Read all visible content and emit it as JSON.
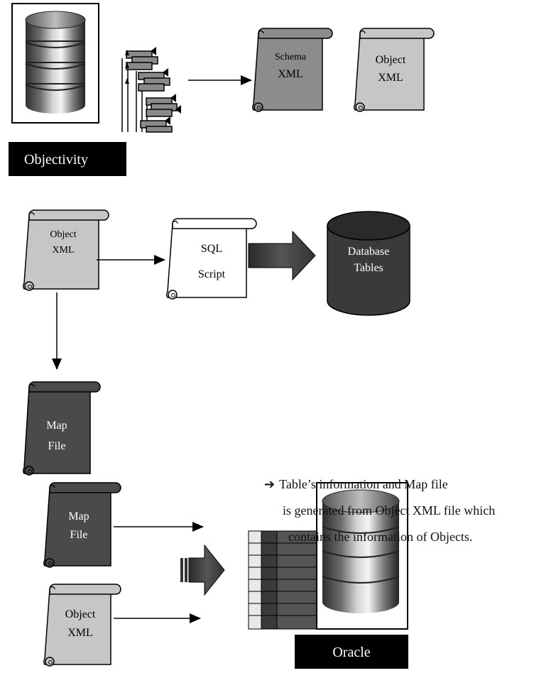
{
  "section1": {
    "source_db_label": "Objectivity",
    "schema_doc": {
      "line1": "Schema",
      "line2": "XML",
      "color": "#8c8c8c"
    },
    "object_doc": {
      "line1": "Object",
      "line2": "XML",
      "color": "#c6c6c6"
    }
  },
  "section2": {
    "object_doc": {
      "line1": "Object",
      "line2": "XML",
      "color": "#c6c6c6"
    },
    "sql_doc": {
      "line1": "SQL",
      "line2": "Script",
      "color": "#ffffff"
    },
    "db_tables": {
      "line1": "Database",
      "line2": "Tables",
      "color": "#3a3a3a"
    },
    "map_doc": {
      "line1": "Map",
      "line2": "File",
      "color": "#4a4a4a"
    },
    "note": {
      "arrow": "➔",
      "line1": "Table’s information and Map file",
      "line2": "is generated from Object XML file which",
      "line3": "contains the information of Objects."
    }
  },
  "section3": {
    "map_doc": {
      "line1": "Map",
      "line2": "File",
      "color": "#4a4a4a"
    },
    "object_doc": {
      "line1": "Object",
      "line2": "XML",
      "color": "#c6c6c6"
    },
    "target_db_label": "Oracle"
  }
}
